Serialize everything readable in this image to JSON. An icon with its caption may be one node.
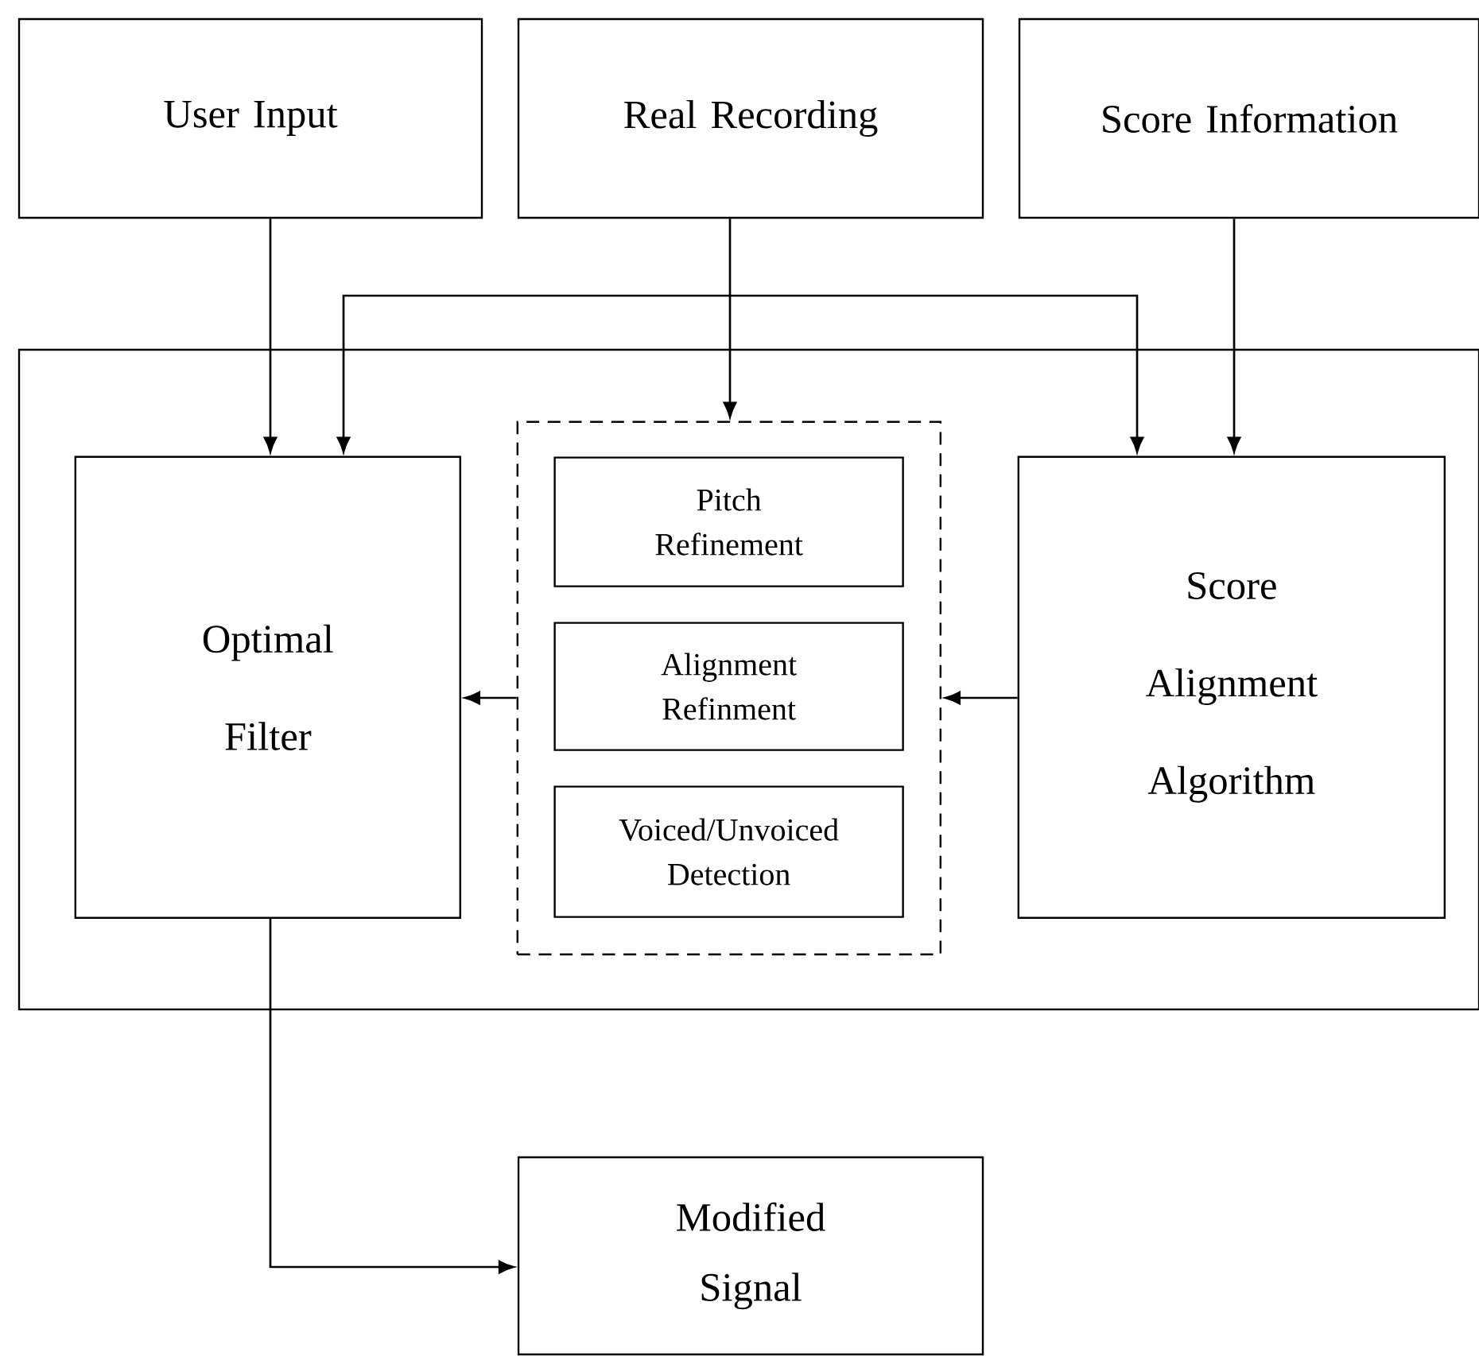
{
  "diagram": {
    "nodes": [
      {
        "text": [
          "User Input"
        ]
      },
      {
        "text": [
          "Real Recording"
        ]
      },
      {
        "text": [
          "Score Information"
        ]
      },
      {
        "text": [],
        "shape": "box"
      },
      {
        "text": [
          "Optimal Filter"
        ],
        "in": 3
      },
      {
        "text": [],
        "shape": "box",
        "in": 3
      },
      {
        "text": [
          "Pitch Refinement"
        ],
        "in": 5
      },
      {
        "text": [
          "Alignment Refinment"
        ],
        "in": 5
      },
      {
        "text": [
          "Voiced/Unvoiced Detection"
        ],
        "in": 5
      },
      {
        "text": [
          "Score Alignment Algorithm"
        ],
        "in": 3
      },
      {
        "text": [
          "Modified Signal"
        ]
      }
    ],
    "edges": [
      {
        "from": 0,
        "to": 4,
        "arrow": "to"
      },
      {
        "from": 1,
        "to": 5,
        "arrow": "to"
      },
      {
        "from": 2,
        "to": 9,
        "arrow": "to"
      },
      {
        "from": 4,
        "to": 9,
        "arrow": "both"
      },
      {
        "from": 9,
        "to": 5,
        "arrow": "to"
      },
      {
        "from": 5,
        "to": 4,
        "arrow": "to"
      },
      {
        "from": 4,
        "to": 10,
        "arrow": "to"
      }
    ]
  }
}
